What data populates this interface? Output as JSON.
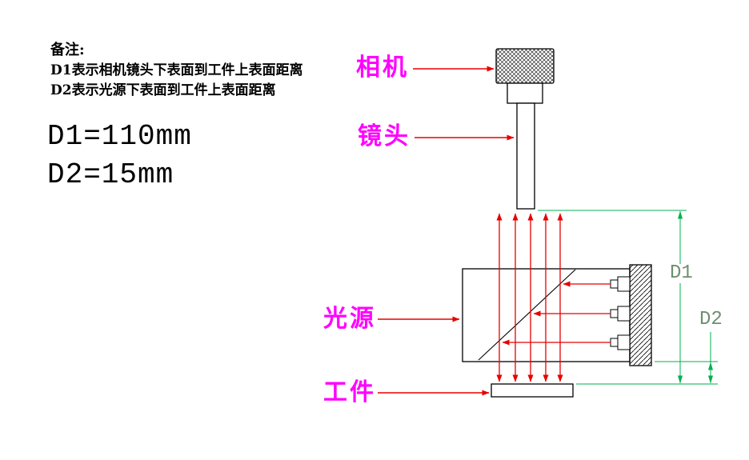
{
  "notes": {
    "title": "备注:",
    "line1": "D1表示相机镜头下表面到工件上表面距离",
    "line2": "D2表示光源下表面到工件上表面距离"
  },
  "measurements": {
    "d1": "D1=110mm",
    "d2": "D2=15mm"
  },
  "labels": {
    "camera": "相机",
    "lens": "镜头",
    "light_source": "光源",
    "workpiece": "工件"
  },
  "dimension_labels": {
    "d1": "D1",
    "d2": "D2"
  },
  "colors": {
    "component_label": "#ff00ff",
    "light_ray": "#e80000",
    "dimension_line": "#00b050",
    "dimension_text": "#6f8f6f",
    "outline": "#000000",
    "background": "#ffffff"
  }
}
